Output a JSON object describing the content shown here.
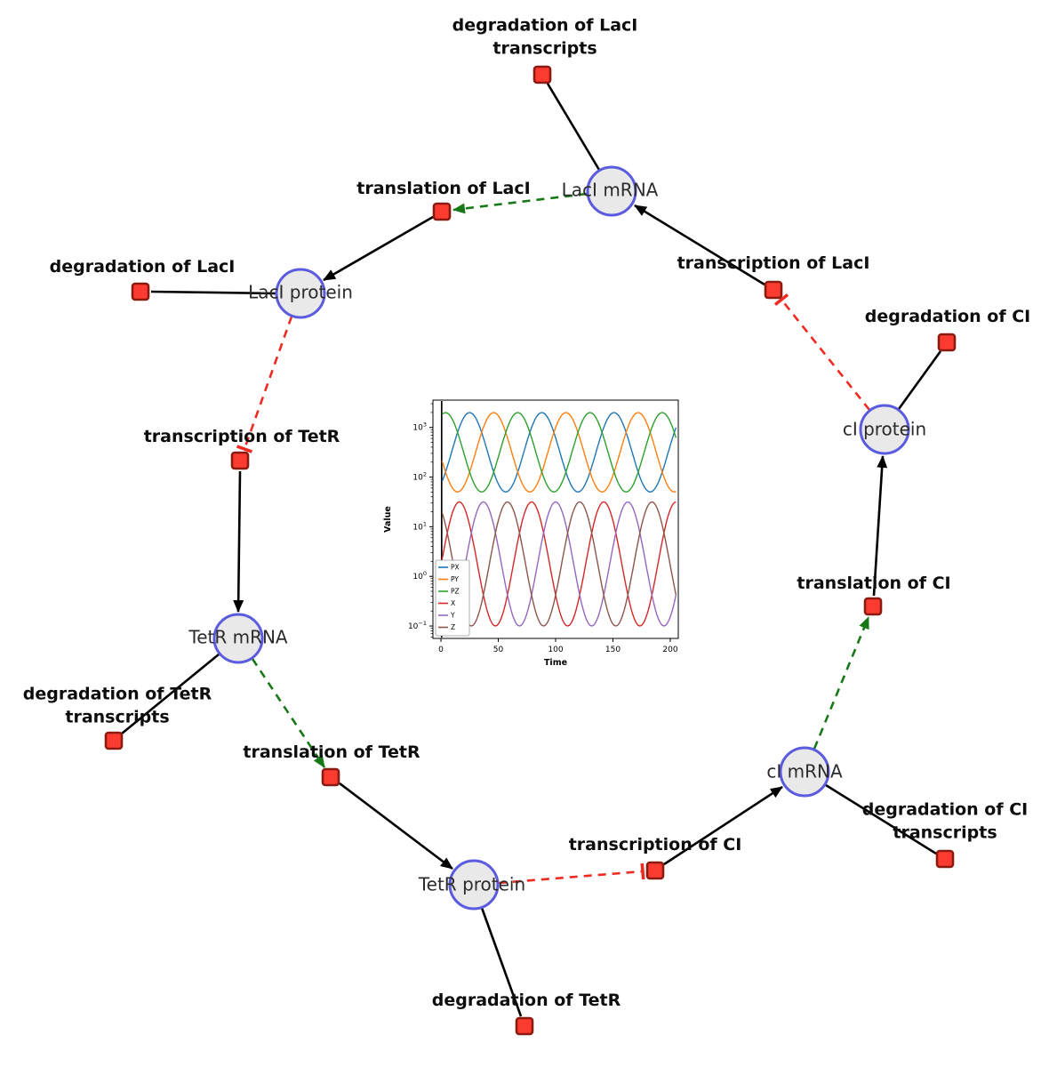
{
  "network": {
    "species": [
      {
        "id": "laci-mrna",
        "label": "LacI mRNA"
      },
      {
        "id": "laci-protein",
        "label": "LacI protein"
      },
      {
        "id": "ci-protein",
        "label": "cI protein"
      },
      {
        "id": "tetr-mrna",
        "label": "TetR mRNA"
      },
      {
        "id": "ci-mrna",
        "label": "cI mRNA"
      },
      {
        "id": "tetr-protein",
        "label": "TetR protein"
      }
    ],
    "reactions": [
      {
        "id": "deg-laci-transcripts",
        "label": "degradation of LacI transcripts"
      },
      {
        "id": "translation-laci",
        "label": "translation of LacI"
      },
      {
        "id": "deg-laci",
        "label": "degradation of LacI"
      },
      {
        "id": "transcription-laci",
        "label": "transcription of LacI"
      },
      {
        "id": "deg-ci",
        "label": "degradation of CI"
      },
      {
        "id": "transcription-tetr",
        "label": "transcription of TetR"
      },
      {
        "id": "deg-tetr-transcripts",
        "label": "degradation of TetR transcripts"
      },
      {
        "id": "translation-tetr",
        "label": "translation of TetR"
      },
      {
        "id": "translation-ci",
        "label": "translation of CI"
      },
      {
        "id": "transcription-ci",
        "label": "transcription of CI"
      },
      {
        "id": "deg-ci-transcripts",
        "label": "degradation of CI transcripts"
      },
      {
        "id": "deg-tetr",
        "label": "degradation of TetR"
      }
    ],
    "colors": {
      "species_fill": "#e9e9e9",
      "species_border": "#5b5be0",
      "reaction_fill": "#fb3b30",
      "reaction_border": "#8b1a10",
      "edge": "#000000",
      "activation_edge": "#187818",
      "inhibition_edge": "#ef2a22"
    }
  },
  "chart_data": {
    "type": "line",
    "title": "",
    "xlabel": "Time",
    "ylabel": "Value",
    "yscale": "log",
    "xlim": [
      -7,
      207
    ],
    "x_ticks": [
      0,
      50,
      100,
      150,
      200
    ],
    "y_ticks": [
      "10^-1",
      "10^0",
      "10^1",
      "10^2",
      "10^3"
    ],
    "ylim_log10": [
      -1.25,
      3.55
    ],
    "grid": false,
    "legend_position": "lower left",
    "series": [
      {
        "name": "PX",
        "color": "#1f77b4",
        "log10_mean": 2.5,
        "log10_amp": 0.8,
        "period": 63,
        "peak_t": 25
      },
      {
        "name": "PY",
        "color": "#ff7f0e",
        "log10_mean": 2.5,
        "log10_amp": 0.8,
        "period": 63,
        "peak_t": 46
      },
      {
        "name": "PZ",
        "color": "#2ca02c",
        "log10_mean": 2.5,
        "log10_amp": 0.8,
        "period": 63,
        "peak_t": 67
      },
      {
        "name": "X",
        "color": "#d62728",
        "log10_mean": 0.25,
        "log10_amp": 1.25,
        "period": 63,
        "peak_t": 16
      },
      {
        "name": "Y",
        "color": "#9467bd",
        "log10_mean": 0.25,
        "log10_amp": 1.25,
        "period": 63,
        "peak_t": 37
      },
      {
        "name": "Z",
        "color": "#8c564b",
        "log10_mean": 0.25,
        "log10_amp": 1.25,
        "period": 63,
        "peak_t": 58
      }
    ]
  }
}
